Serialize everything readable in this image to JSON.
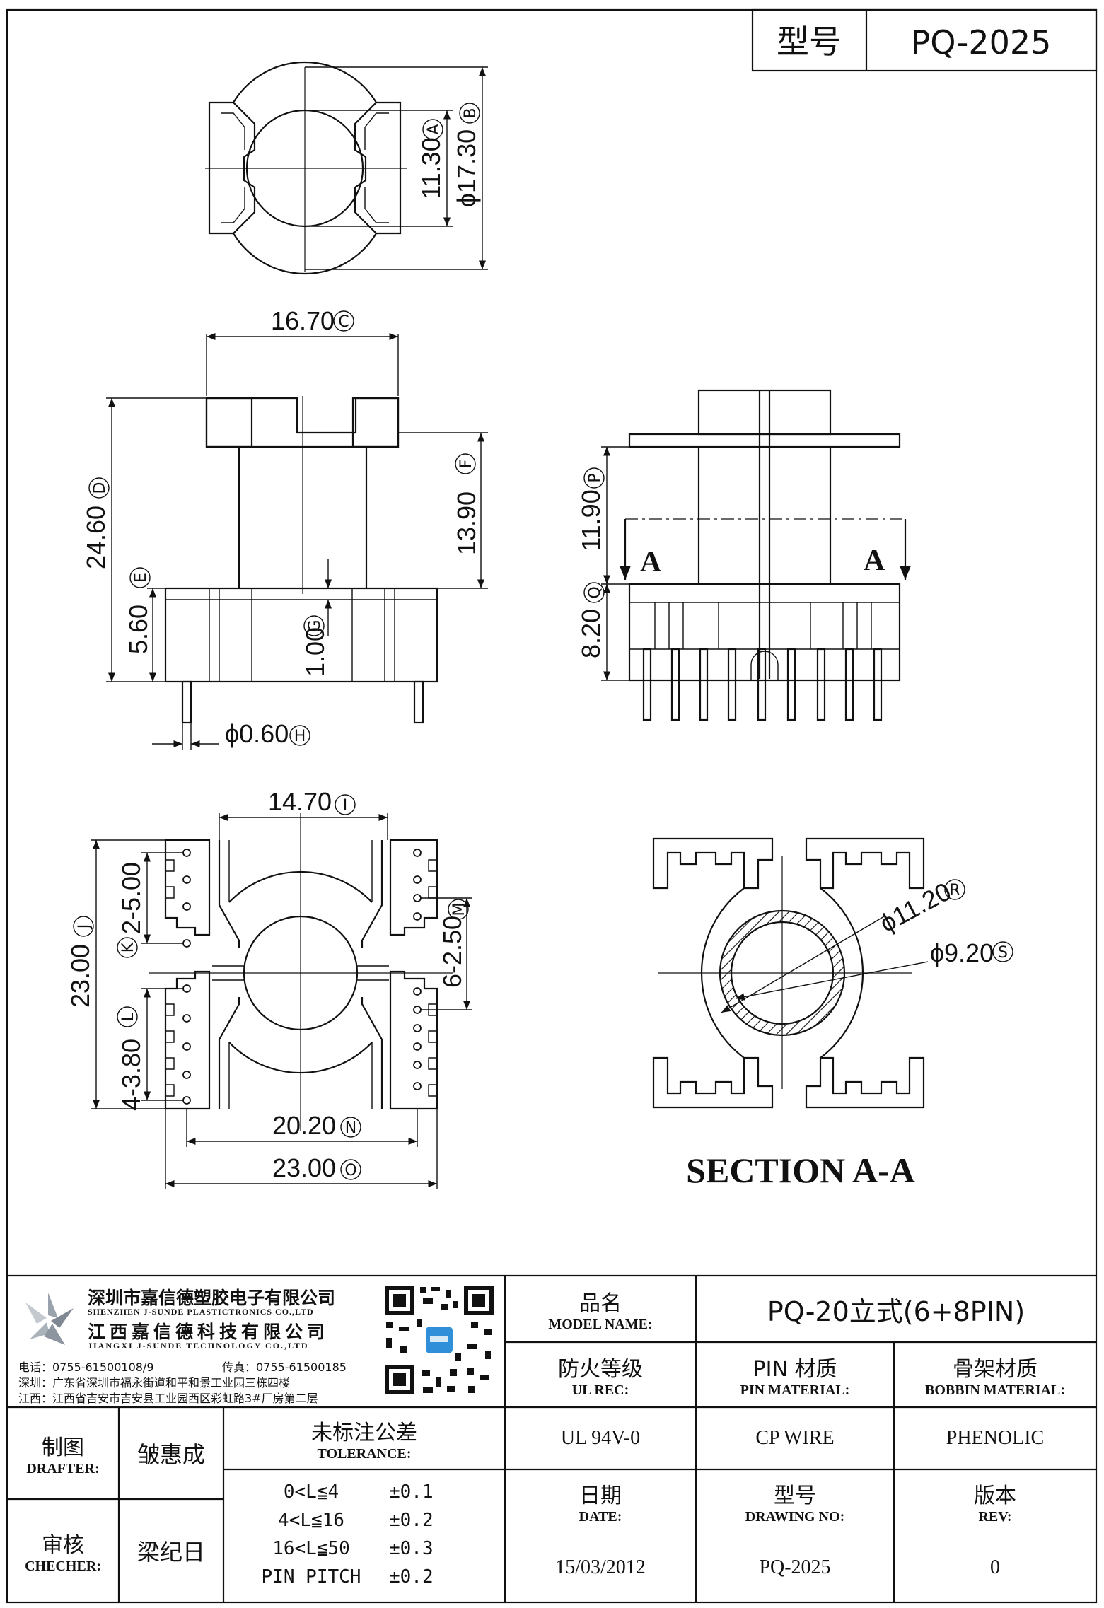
{
  "header": {
    "model_label": "型号",
    "model_value": "PQ-2025"
  },
  "drawing": {
    "top_view": {
      "dim_a": "11.30",
      "dim_a_tag": "A",
      "dim_b": "ϕ17.30",
      "dim_b_tag": "B"
    },
    "front_view": {
      "dim_c": "16.70",
      "dim_c_tag": "C",
      "dim_d": "24.60",
      "dim_d_tag": "D",
      "dim_e": "5.60",
      "dim_e_tag": "E",
      "dim_f": "13.90",
      "dim_f_tag": "F",
      "dim_g": "1.00",
      "dim_g_tag": "G",
      "dim_h": "ϕ0.60",
      "dim_h_tag": "H"
    },
    "side_view": {
      "dim_p": "11.90",
      "dim_p_tag": "P",
      "dim_q": "8.20",
      "dim_q_tag": "Q",
      "section_mark_left": "A",
      "section_mark_right": "A"
    },
    "bottom_view": {
      "dim_i": "14.70",
      "dim_i_tag": "I",
      "dim_j": "23.00",
      "dim_j_tag": "J",
      "dim_k": "2-5.00",
      "dim_k_tag": "K",
      "dim_l": "4-3.80",
      "dim_l_tag": "L",
      "dim_m": "6-2.50",
      "dim_m_tag": "M",
      "dim_n": "20.20",
      "dim_n_tag": "N",
      "dim_o": "23.00",
      "dim_o_tag": "O"
    },
    "section_view": {
      "dim_r": "ϕ11.20",
      "dim_r_tag": "R",
      "dim_s": "ϕ9.20",
      "dim_s_tag": "S",
      "title": "SECTION A-A"
    }
  },
  "title_block": {
    "company_cn_1": "深圳市嘉信德塑胶电子有限公司",
    "company_en_1": "SHENZHEN J-SUNDE PLASTICTRONICS CO.,LTD",
    "company_cn_2": "江西嘉信德科技有限公司",
    "company_en_2": "JIANGXI J-SUNDE TECHNOLOGY CO.,LTD",
    "phone": "电话：0755-61500108/9",
    "fax": "传真：0755-61500185",
    "addr_sz": "深圳：广东省深圳市福永街道和平和景工业园三栋四楼",
    "addr_jx": "江西：江西省吉安市吉安县工业园西区彩虹路3#厂房第二层",
    "model_name_cn": "品名",
    "model_name_en": "MODEL NAME:",
    "model_name_value": "PQ-20立式(6+8PIN)",
    "ul_cn": "防火等级",
    "ul_en": "UL REC:",
    "ul_value": "UL 94V-0",
    "pin_cn": "PIN 材质",
    "pin_en": "PIN MATERIAL:",
    "pin_value": "CP WIRE",
    "bobbin_cn": "骨架材质",
    "bobbin_en": "BOBBIN MATERIAL:",
    "bobbin_value": "PHENOLIC",
    "drafter_cn": "制图",
    "drafter_en": "DRAFTER:",
    "drafter_value": "皱惠成",
    "checker_cn": "审核",
    "checker_en": "CHECHER:",
    "checker_value": "梁纪日",
    "tolerance_cn": "未标注公差",
    "tolerance_en": "TOLERANCE:",
    "tolerances": [
      {
        "range": "0<L≦4",
        "value": "±0.1"
      },
      {
        "range": "4<L≦16",
        "value": "±0.2"
      },
      {
        "range": "16<L≦50",
        "value": "±0.3"
      },
      {
        "range": "PIN PITCH",
        "value": "±0.2"
      }
    ],
    "date_cn": "日期",
    "date_en": "DATE:",
    "date_value": "15/03/2012",
    "drawing_no_cn": "型号",
    "drawing_no_en": "DRAWING NO:",
    "drawing_no_value": "PQ-2025",
    "rev_cn": "版本",
    "rev_en": "REV:",
    "rev_value": "0"
  }
}
